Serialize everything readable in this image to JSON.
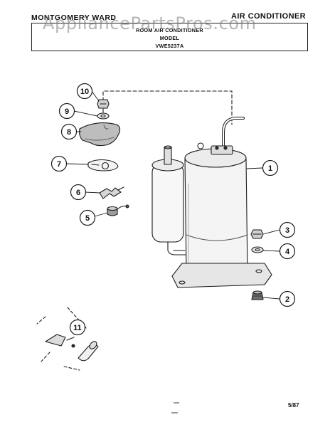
{
  "header": {
    "brand": "MONTGOMERY WARD",
    "category": "AIR CONDITIONER",
    "watermark": "AppliancePartsPros.com"
  },
  "title_box": {
    "line1": "ROOM AIR CONDITIONER",
    "line2": "MODEL",
    "line3": "VWE5237A"
  },
  "callouts": {
    "c1": "1",
    "c2": "2",
    "c3": "3",
    "c4": "4",
    "c5": "5",
    "c6": "6",
    "c7": "7",
    "c8": "8",
    "c9": "9",
    "c10": "10",
    "c11": "11"
  },
  "footer": {
    "date_code": "5/87"
  }
}
